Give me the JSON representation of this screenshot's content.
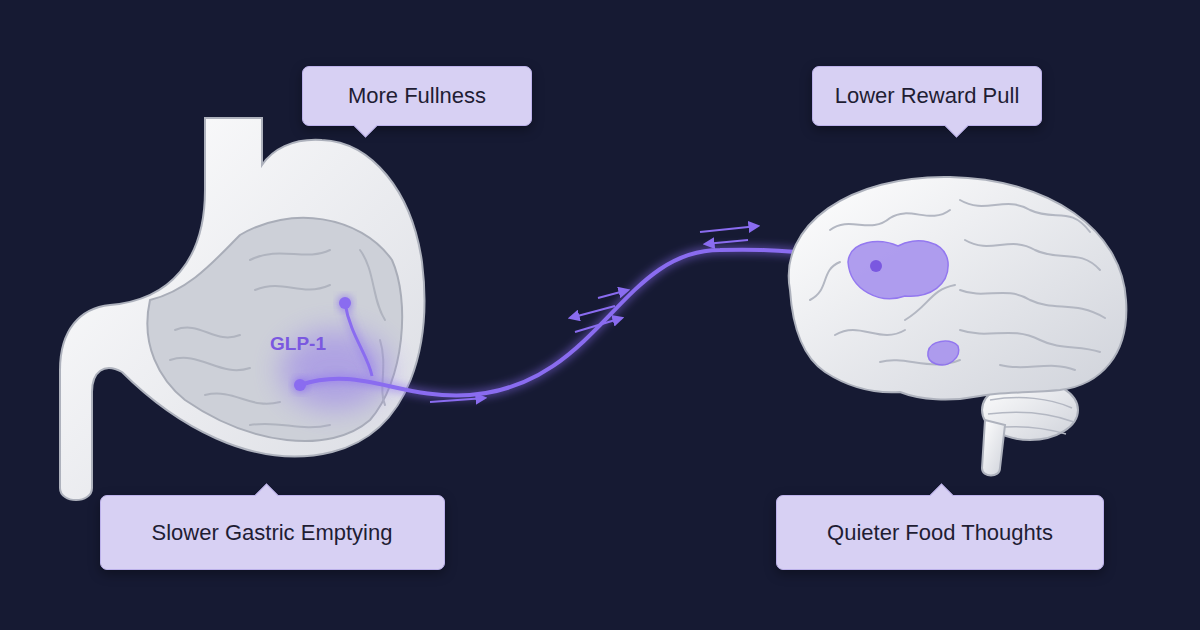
{
  "diagram": {
    "nodes": [
      {
        "text": [
          "More Fullness"
        ]
      },
      {
        "text": [
          "Lower Reward Pull"
        ]
      },
      {
        "text": [
          "Slower Gastric Emptying"
        ]
      },
      {
        "text": [
          "Quieter Food Thoughts"
        ]
      }
    ],
    "labels": [
      "GLP-1"
    ]
  }
}
